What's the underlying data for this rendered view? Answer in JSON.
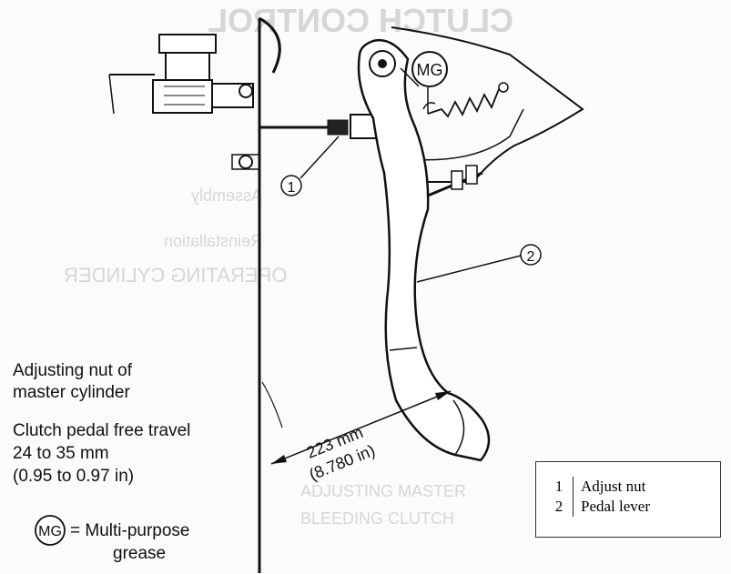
{
  "callouts": {
    "one": "1",
    "two": "2",
    "mg": "MG"
  },
  "dimension": {
    "metric": "223 mm",
    "imperial": "(8.780 in)"
  },
  "notes": {
    "adjusting_line1": "Adjusting nut of",
    "adjusting_line2": "master cylinder",
    "free_travel_line1": "Clutch pedal free travel",
    "free_travel_line2": "24 to 35 mm",
    "free_travel_line3": "(0.95 to 0.97 in)",
    "grease_symbol": "MG",
    "grease_line1": "= Multi-purpose",
    "grease_line2": "grease"
  },
  "legend": {
    "rows": [
      {
        "num": "1",
        "label": "Adjust nut"
      },
      {
        "num": "2",
        "label": "Pedal lever"
      }
    ]
  }
}
